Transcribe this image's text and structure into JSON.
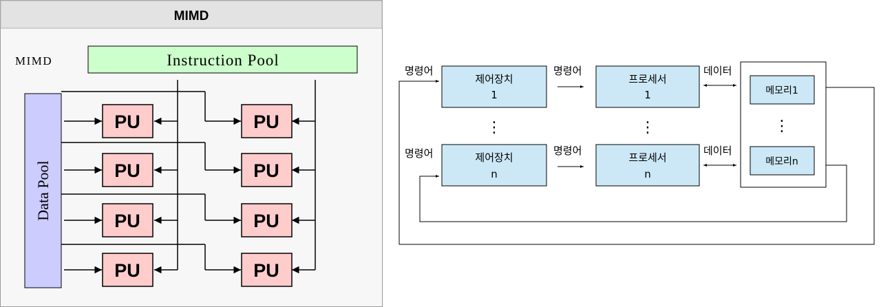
{
  "mimd_figure": {
    "header_title": "MIMD",
    "side_label": "MIMD",
    "instruction_pool": "Instruction Pool",
    "data_pool": "Data Pool",
    "pu_label": "PU"
  },
  "block_diagram": {
    "instruction_label": "명령어",
    "data_label": "데이터",
    "control_unit": "제어장치",
    "processor": "프로세서",
    "index_first": "1",
    "index_last": "n",
    "memory_first": "메모리1",
    "memory_last": "메모리n",
    "ellipsis": "⋮"
  },
  "colors": {
    "header_bg": "#e3e3e3",
    "panel_bg": "#f7f7f7",
    "instruction_pool_fill": "#ccffcc",
    "data_pool_fill": "#ccccff",
    "pu_fill": "#ffcccc",
    "box_fill": "#cce8f6",
    "line": "#000000"
  }
}
